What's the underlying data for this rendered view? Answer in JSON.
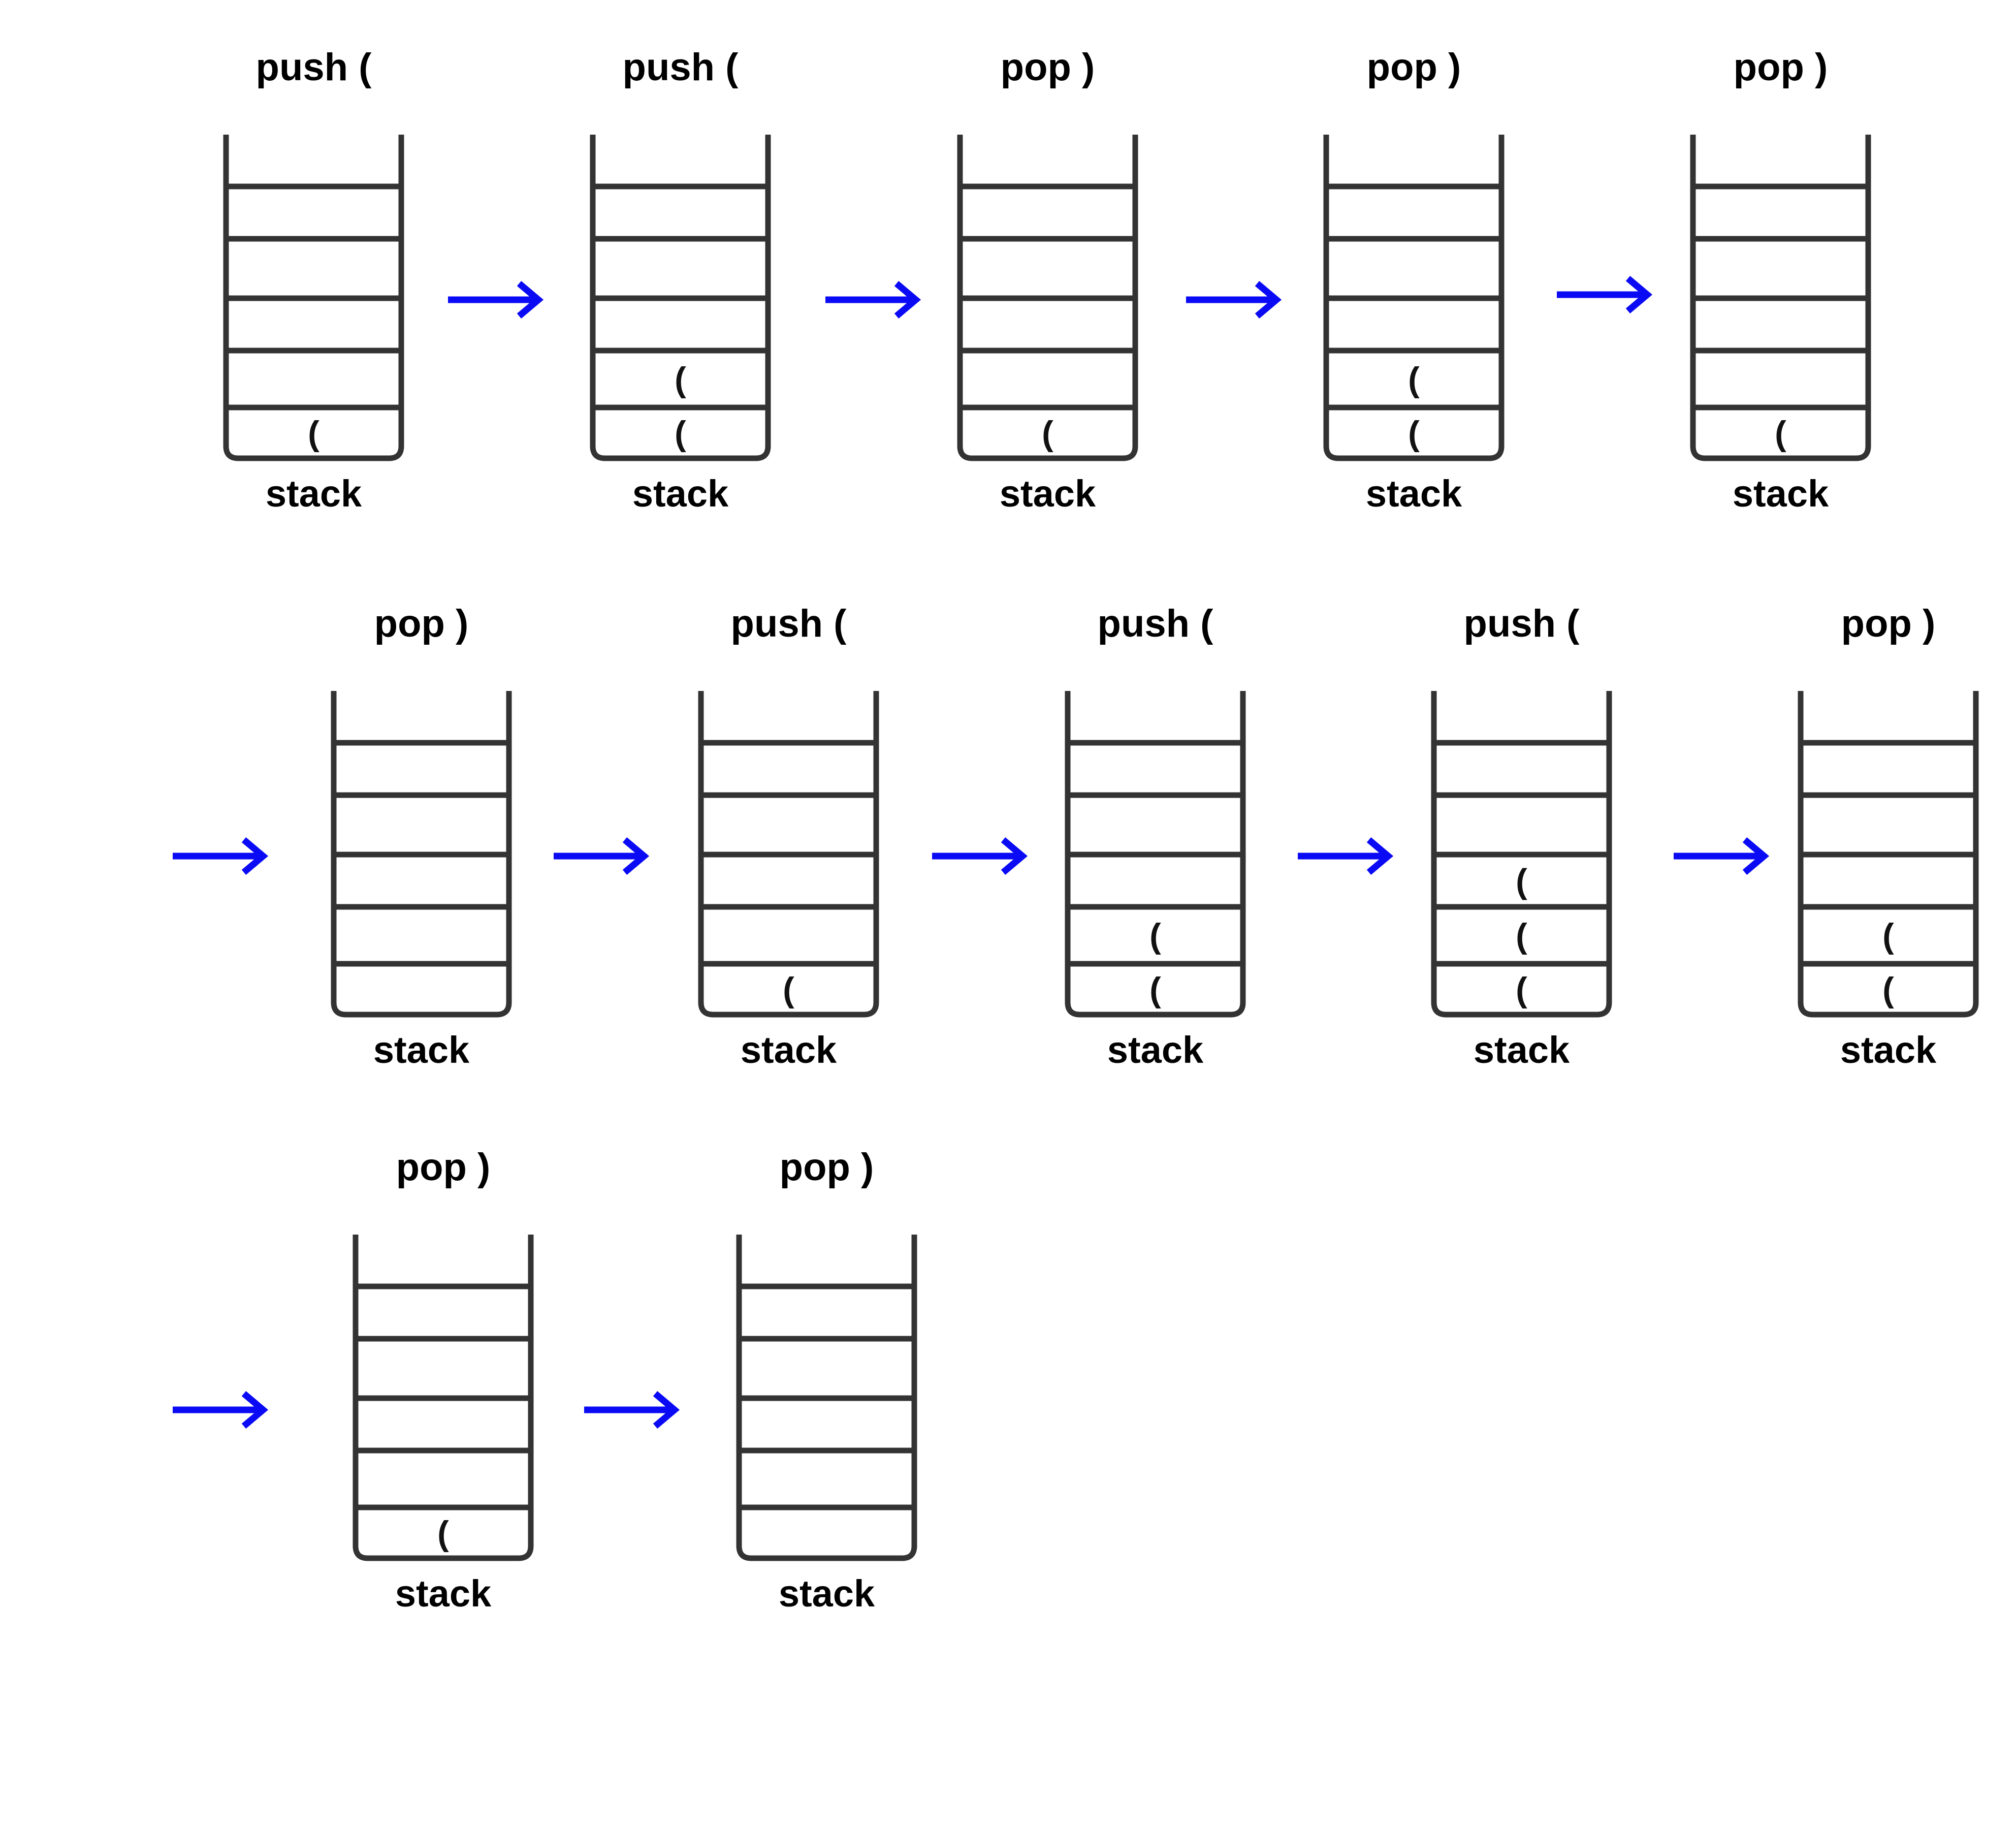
{
  "diagram": {
    "stack_label": "stack",
    "slot_count": 6,
    "colors": {
      "arrow": "#0A0AF5",
      "outline": "#333333",
      "text": "#000000"
    },
    "steps": [
      {
        "operation": "push (",
        "contents": [
          "("
        ]
      },
      {
        "operation": "push (",
        "contents": [
          "(",
          "("
        ]
      },
      {
        "operation": "pop )",
        "contents": [
          "("
        ]
      },
      {
        "operation": "pop )",
        "contents": [
          "(",
          "("
        ]
      },
      {
        "operation": "pop )",
        "contents": [
          "("
        ]
      },
      {
        "operation": "pop )",
        "contents": []
      },
      {
        "operation": "push (",
        "contents": [
          "("
        ]
      },
      {
        "operation": "push (",
        "contents": [
          "(",
          "("
        ]
      },
      {
        "operation": "push (",
        "contents": [
          "(",
          "(",
          "("
        ]
      },
      {
        "operation": "pop )",
        "contents": [
          "(",
          "("
        ]
      },
      {
        "operation": "pop )",
        "contents": [
          "("
        ]
      },
      {
        "operation": "pop )",
        "contents": []
      }
    ]
  }
}
